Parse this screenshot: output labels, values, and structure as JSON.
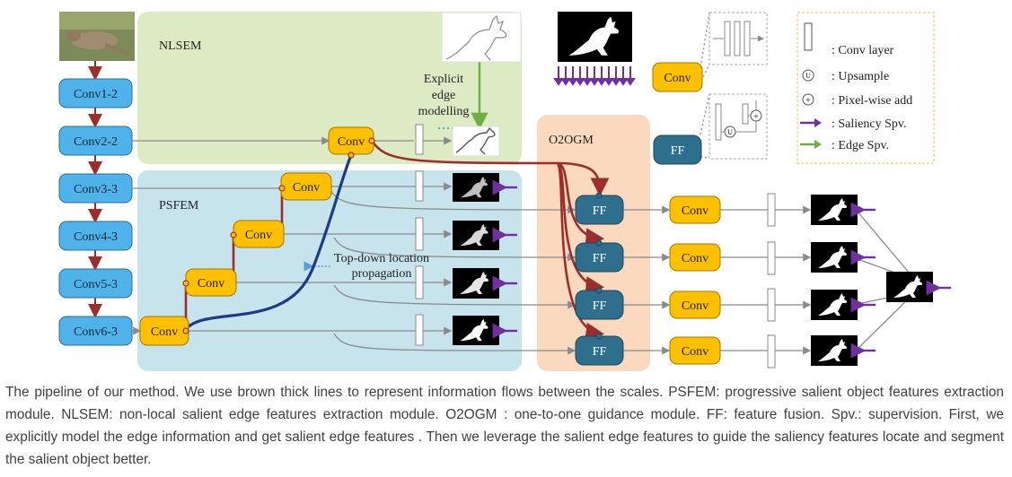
{
  "diagram": {
    "modules": {
      "nlsem": "NLSEM",
      "psfem": "PSFEM",
      "o2ogm": "O2OGM"
    },
    "backbone": [
      "Conv1-2",
      "Conv2-2",
      "Conv3-3",
      "Conv4-3",
      "Conv5-3",
      "Conv6-3"
    ],
    "conv_label": "Conv",
    "ff_label": "FF",
    "edge_label": [
      "Explicit",
      "edge",
      "modelling"
    ],
    "topdown_label": [
      "Top-down location",
      "propagation"
    ],
    "legend": {
      "conv_layer": ": Conv layer",
      "upsample": ": Upsample",
      "upsample_symbol": "U",
      "add": ": Pixel-wise add",
      "add_symbol": "+",
      "saliency": ": Saliency Spv.",
      "edge": ": Edge Spv."
    },
    "colors": {
      "conv_fill": "#ffc000",
      "backbone_fill": "#4fb3ea",
      "ff_fill": "#2e6f8e",
      "nlsem_bg": "#dcebc4",
      "psfem_bg": "#c7e4ec",
      "o2ogm_bg": "#fad9bf",
      "brown_flow": "#9b2d2d",
      "navy_flow": "#1c3a8a",
      "saliency_arrow": "#7030a0",
      "edge_arrow": "#70ad47"
    }
  },
  "caption": "The pipeline of our method. We use brown thick lines to represent information flows between the scales. PSFEM: progressive salient object features extraction module. NLSEM: non-local salient edge features extraction module. O2OGM : one-to-one guidance module. FF: feature fusion. Spv.: supervision. First, we explicitly model the edge information and get salient edge features . Then we leverage the salient edge features to guide the saliency features locate and segment the salient object better."
}
